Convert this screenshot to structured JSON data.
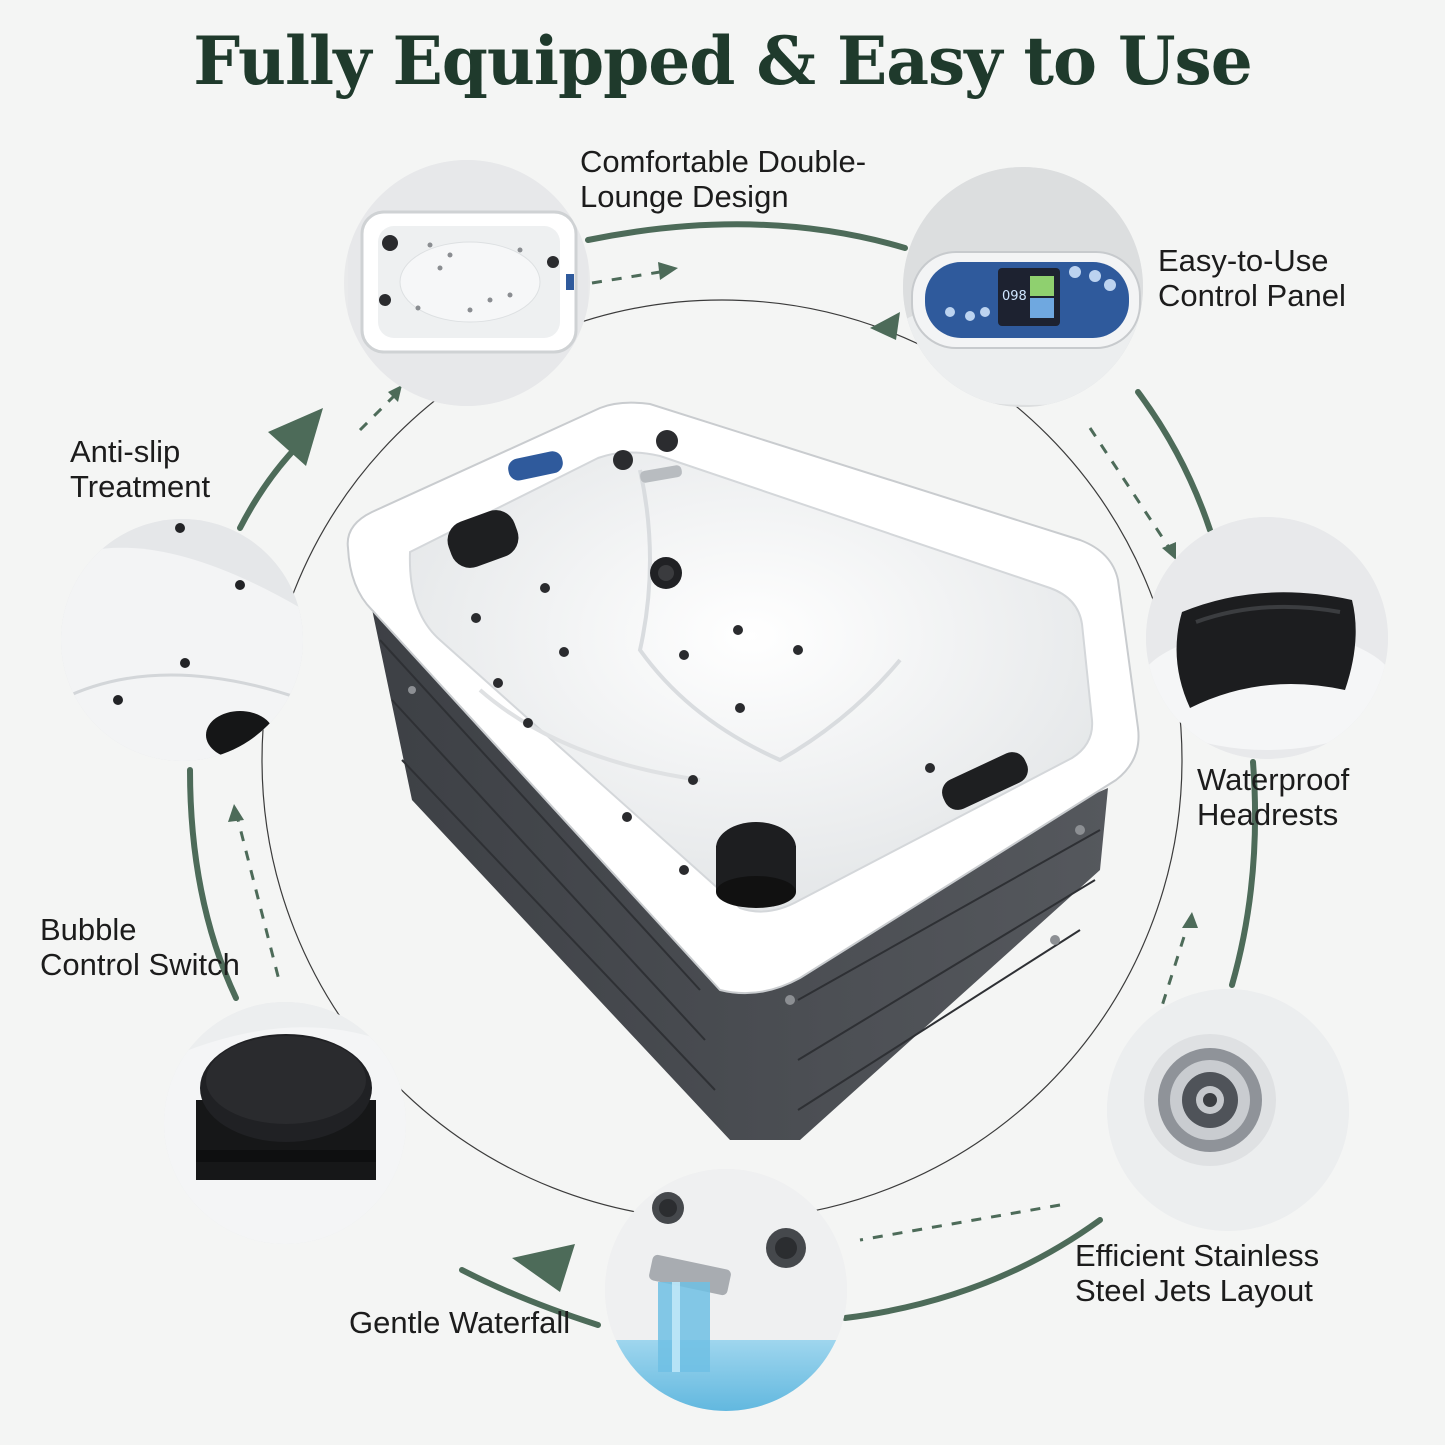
{
  "title": "Fully Equipped & Easy to Use",
  "features": [
    {
      "id": "double-lounge",
      "lines": [
        "Comfortable Double-",
        "Lounge Design"
      ]
    },
    {
      "id": "control-panel",
      "lines": [
        "Easy-to-Use",
        "Control Panel"
      ]
    },
    {
      "id": "anti-slip",
      "lines": [
        "Anti-slip",
        "Treatment"
      ]
    },
    {
      "id": "headrests",
      "lines": [
        "Waterproof",
        "Headrests"
      ]
    },
    {
      "id": "bubble-switch",
      "lines": [
        "Bubble",
        "Control Switch"
      ]
    },
    {
      "id": "stainless-jets",
      "lines": [
        "Efficient Stainless",
        "Steel Jets Layout"
      ]
    },
    {
      "id": "waterfall",
      "lines": [
        "Gentle Waterfall"
      ]
    }
  ],
  "control_panel_display": "098",
  "colors": {
    "title": "#1f3a2c",
    "arrow": "#4d6b59",
    "background": "#f4f5f4",
    "panel_blue": "#2f5a9c",
    "tub_cabinet": "#45484d"
  }
}
